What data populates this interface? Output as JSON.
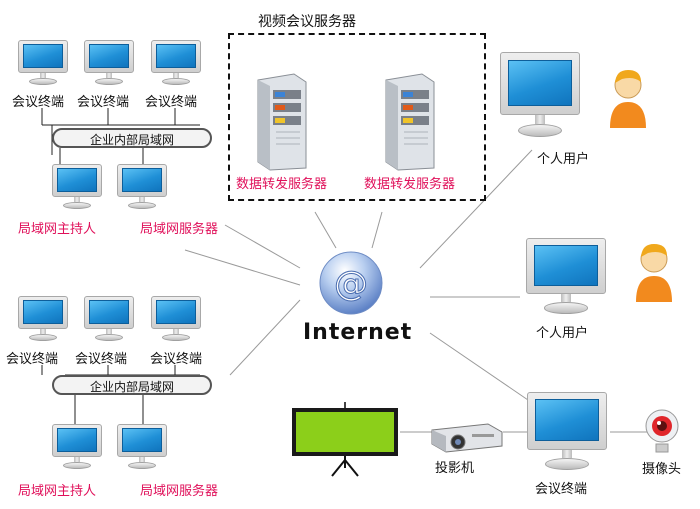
{
  "title": "视频会议服务器",
  "internet_label": "Internet",
  "server_label": "数据转发服务器",
  "top_group": {
    "terminals": [
      "会议终端",
      "会议终端",
      "会议终端"
    ],
    "lan": "企业内部局域网",
    "host": "局域网主持人",
    "lan_server": "局域网服务器"
  },
  "bottom_group": {
    "terminals": [
      "会议终端",
      "会议终端",
      "会议终端"
    ],
    "lan": "企业内部局域网",
    "host": "局域网主持人",
    "lan_server": "局域网服务器"
  },
  "personal_user": "个人用户",
  "projector": "投影机",
  "conference_terminal": "会议终端",
  "camera": "摄像头",
  "colors": {
    "label_red": "#e0105a",
    "screen_blue": "#1f8fd6",
    "projection_screen": "#8ccf1a",
    "person_orange": "#f28a1e"
  }
}
